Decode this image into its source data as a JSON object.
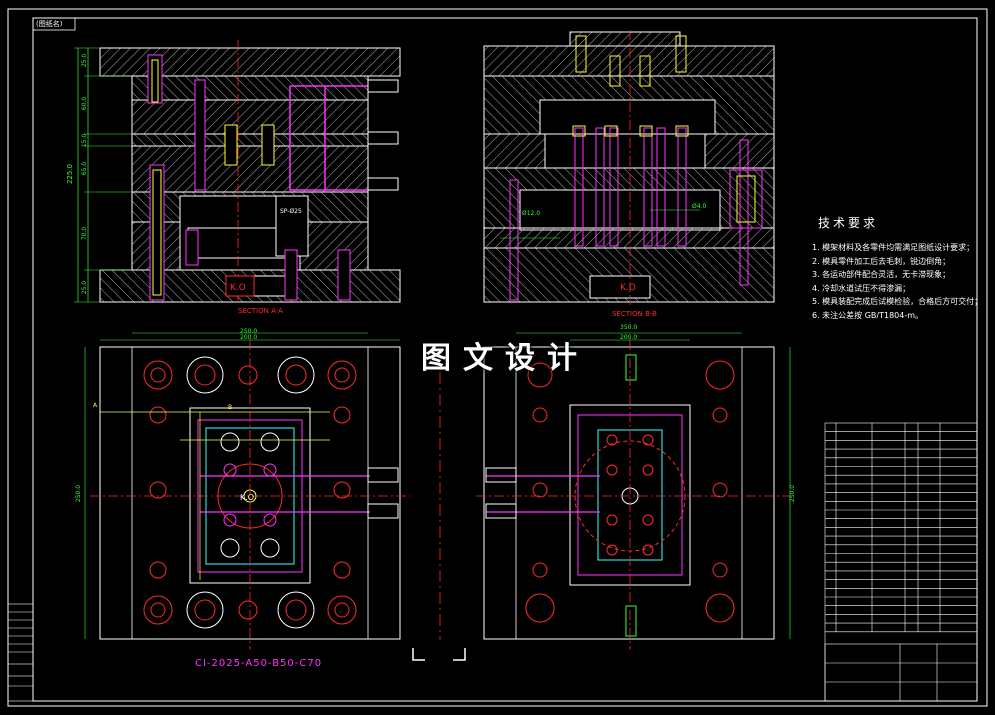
{
  "labels": {
    "top_tag": "(图纸名)",
    "section_a": "SECTION A-A",
    "section_b": "SECTION B-B",
    "ko_left": "K.O",
    "ko_right": "K.O",
    "ko_plan": "K.O",
    "part_code": "CI-2025-A50-B50-C70",
    "sp_tag": "SP-Ø25",
    "dim_left_total": "225.0",
    "dim_a1": "25.0",
    "dim_a2": "60.0",
    "dim_a3": "15.0",
    "dim_a4": "65.0",
    "dim_a5": "70.0",
    "dim_a6": "25.0",
    "dim_plan_w1": "250.0",
    "dim_plan_w2": "200.0",
    "dim_plan_h": "250.0",
    "dim_plan_w3": "350.0",
    "dim_plan_w4": "200.0",
    "dim_plan_h2": "250.0",
    "phi_1": "Ø12.0",
    "phi_2": "Ø4.0",
    "axis_a": "A",
    "axis_b": "B"
  },
  "notes": {
    "title": "技术要求",
    "lines": [
      "1. 模架材料及各零件均需满足图纸设计要求；",
      "2. 模具零件加工后去毛刺，锐边倒角；",
      "3. 各运动部件配合灵活，无卡滞现象；",
      "4. 冷却水道试压不得渗漏；",
      "5. 模具装配完成后试模检验，合格后方可交付；",
      "6. 未注公差按 GB/T1804-m。"
    ]
  },
  "watermark": "图文设计",
  "colors": {
    "background": "#000000",
    "outline": "#ffffff",
    "hatch": "#ffffff",
    "red": "#ff2a2a",
    "magenta": "#ff33ff",
    "yellow": "#ffff33",
    "green": "#33ff33",
    "cyan": "#33ffff",
    "blue": "#4466ff"
  }
}
